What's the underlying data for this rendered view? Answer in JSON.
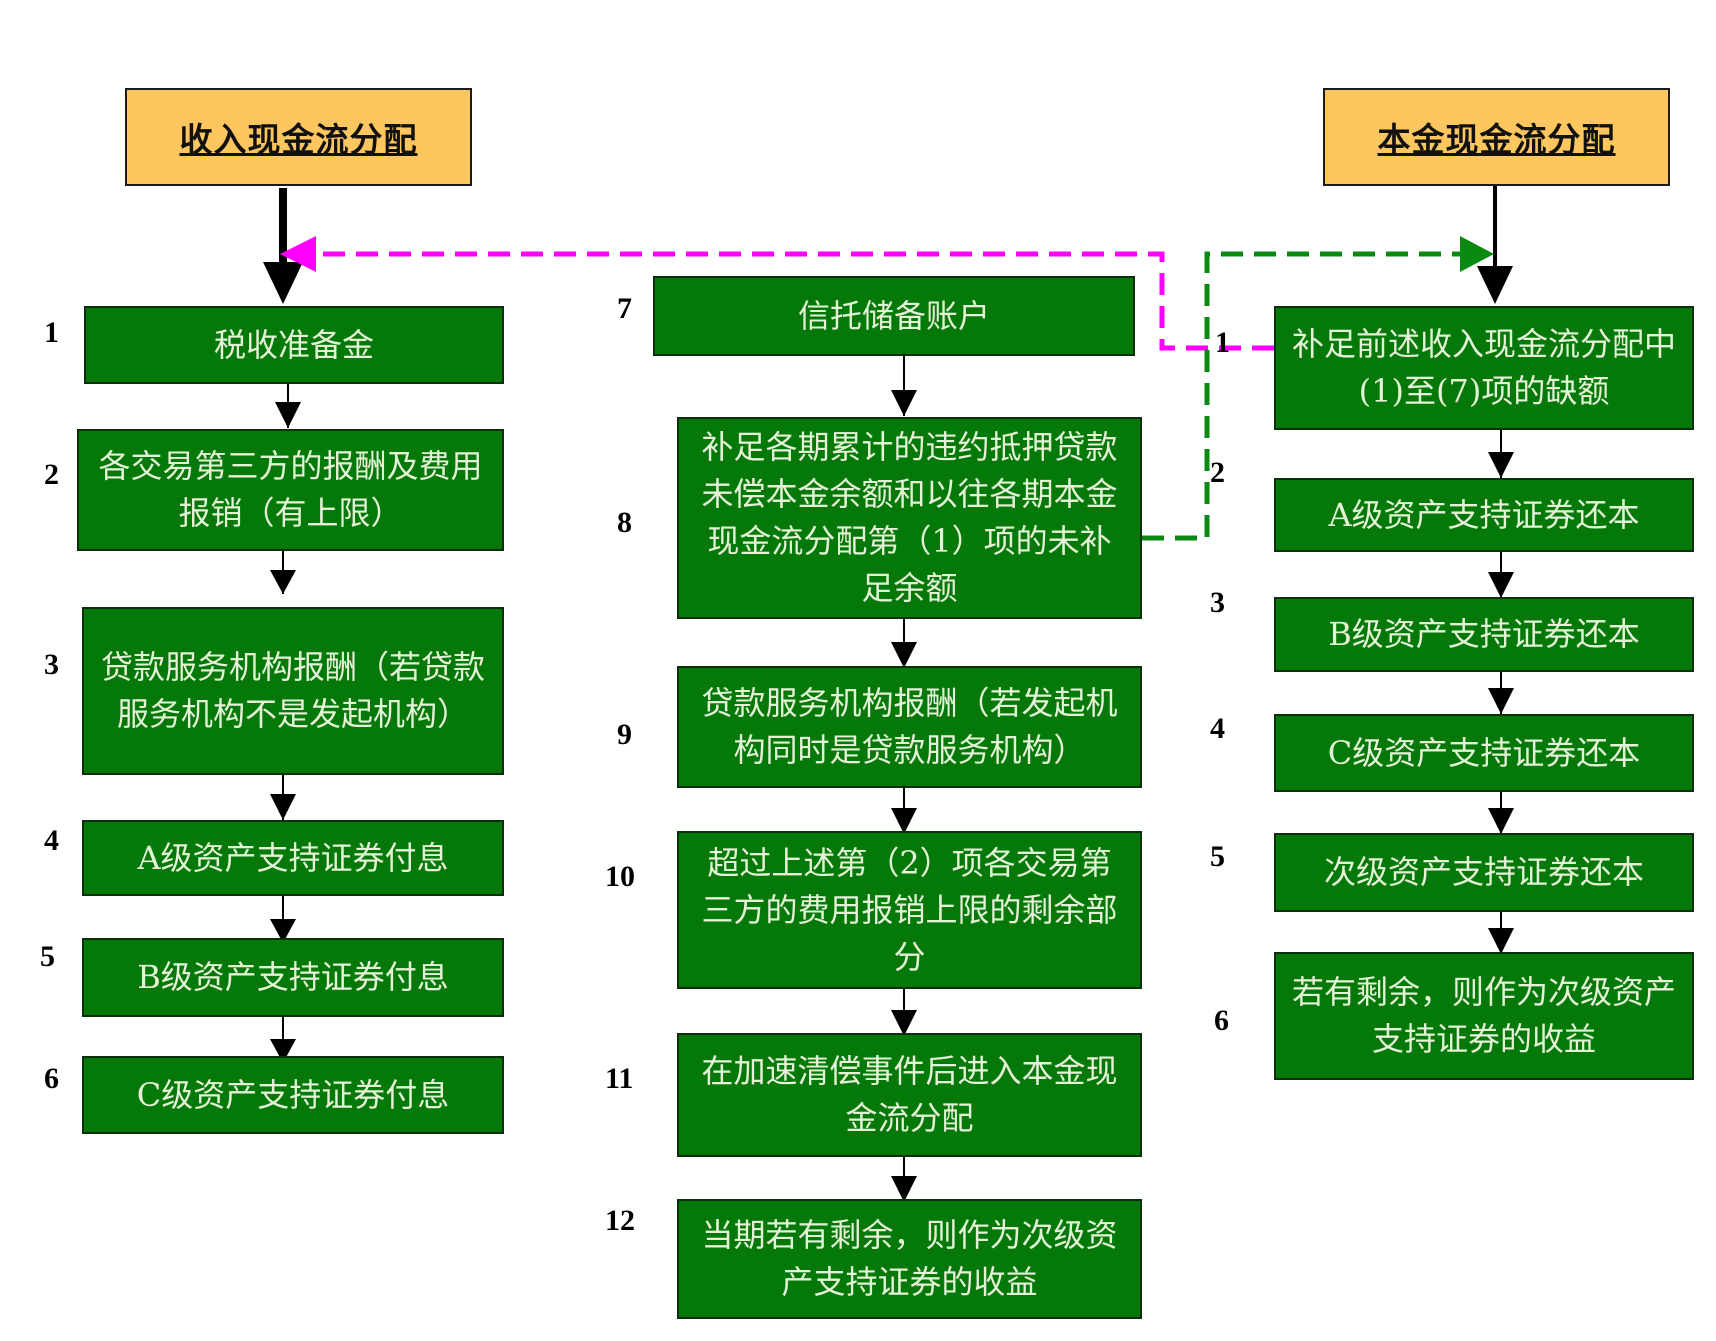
{
  "headers": {
    "income": "收入现金流分配",
    "principal": "本金现金流分配"
  },
  "income_steps": [
    {
      "num": "1",
      "text": "税收准备金"
    },
    {
      "num": "2",
      "text": "各交易第三方的报酬及费用报销（有上限）"
    },
    {
      "num": "3",
      "text": "贷款服务机构报酬（若贷款服务机构不是发起机构）"
    },
    {
      "num": "4",
      "text": "A级资产支持证券付息"
    },
    {
      "num": "5",
      "text": "B级资产支持证券付息"
    },
    {
      "num": "6",
      "text": "C级资产支持证券付息"
    }
  ],
  "middle_steps": [
    {
      "num": "7",
      "text": "信托储备账户"
    },
    {
      "num": "8",
      "text": "补足各期累计的违约抵押贷款未偿本金余额和以往各期本金现金流分配第（1）项的未补足余额"
    },
    {
      "num": "9",
      "text": "贷款服务机构报酬（若发起机构同时是贷款服务机构）"
    },
    {
      "num": "10",
      "text": "超过上述第（2）项各交易第三方的费用报销上限的剩余部分"
    },
    {
      "num": "11",
      "text": "在加速清偿事件后进入本金现金流分配"
    },
    {
      "num": "12",
      "text": "当期若有剩余，则作为次级资产支持证券的收益"
    }
  ],
  "principal_steps": [
    {
      "num": "1",
      "text": "补足前述收入现金流分配中(1)至(7)项的缺额"
    },
    {
      "num": "2",
      "text": "A级资产支持证券还本"
    },
    {
      "num": "3",
      "text": "B级资产支持证券还本"
    },
    {
      "num": "4",
      "text": "C级资产支持证券还本"
    },
    {
      "num": "5",
      "text": "次级资产支持证券还本"
    },
    {
      "num": "6",
      "text": "若有剩余，则作为次级资产支持证券的收益"
    }
  ],
  "colors": {
    "header_fill": "#FEC65E",
    "step_fill": "#05780A",
    "step_text": "#e4f2d6",
    "magenta_link": "#FF00FF",
    "green_link": "#0B8A12"
  }
}
